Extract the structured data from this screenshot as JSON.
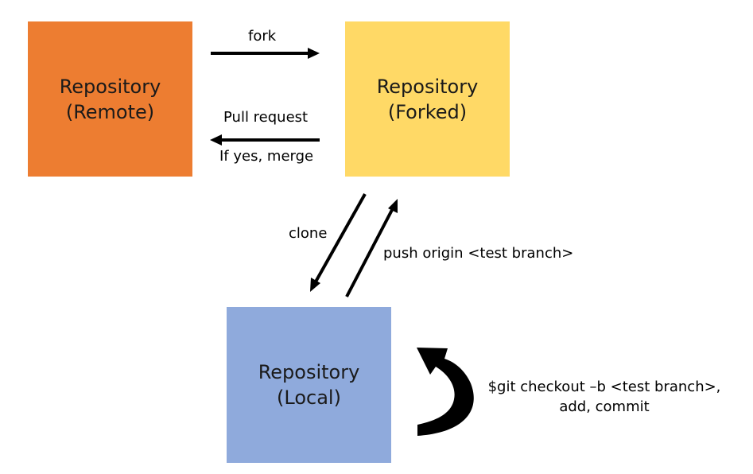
{
  "boxes": {
    "remote": {
      "line1": "Repository",
      "line2": "(Remote)",
      "color": "#ED7D31"
    },
    "forked": {
      "line1": "Repository",
      "line2": "(Forked)",
      "color": "#FFD966"
    },
    "local": {
      "line1": "Repository",
      "line2": "(Local)",
      "color": "#8FAADC"
    }
  },
  "labels": {
    "fork": "fork",
    "pull_request": "Pull request",
    "merge": "If yes, merge",
    "clone": "clone",
    "push": "push origin <test branch>",
    "checkout_line1": "$git checkout –b <test branch>,",
    "checkout_line2": "add, commit"
  },
  "arrow_color": "#000000"
}
